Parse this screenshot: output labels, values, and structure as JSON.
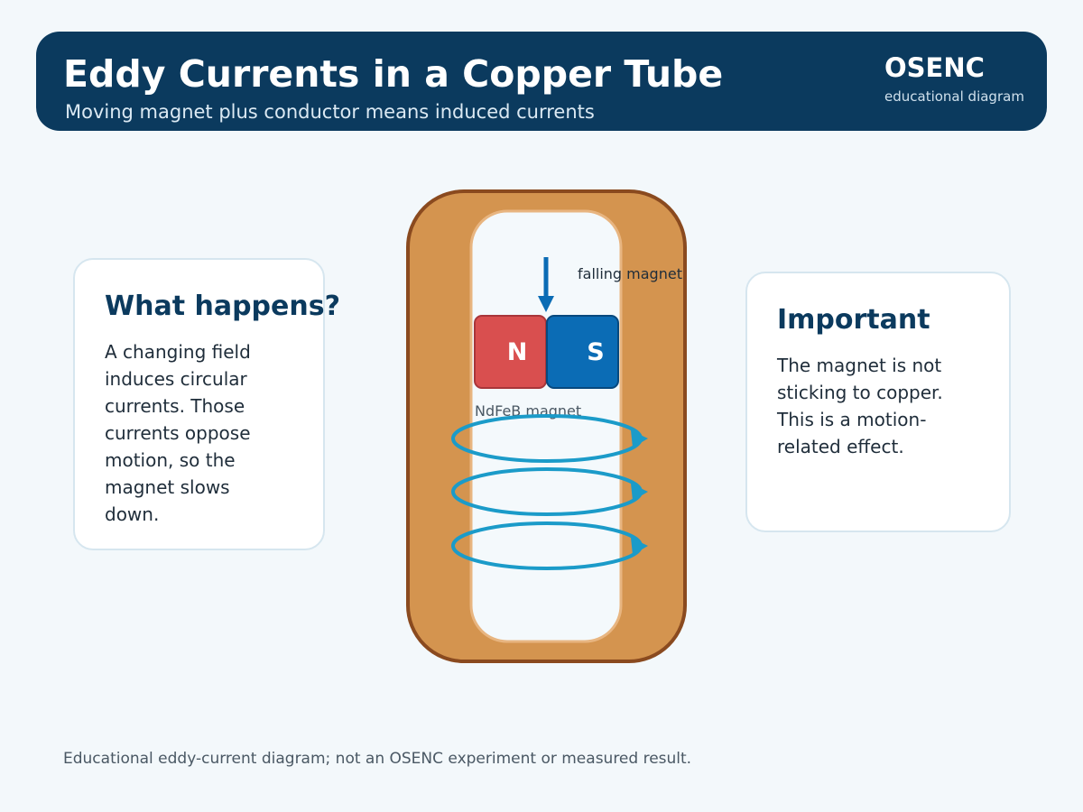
{
  "header": {
    "title": "Eddy Currents in a Copper Tube",
    "subtitle": "Moving magnet plus conductor means induced currents",
    "brand": "OSENC",
    "brand_subtitle": "educational diagram"
  },
  "left_card": {
    "title": "What happens?",
    "body": "A changing field induces circular currents. Those currents oppose motion, so the magnet slows down."
  },
  "right_card": {
    "title": "Important",
    "body": "The magnet is not sticking to copper. This is a motion-related effect."
  },
  "diagram": {
    "arrow_label": "falling magnet",
    "north_label": "N",
    "south_label": "S",
    "magnet_label": "NdFeB magnet"
  },
  "colors": {
    "header_bg": "#0b3a5e",
    "copper": "#d4944f",
    "copper_edge": "#8a4a1f",
    "north": "#d94f4f",
    "south": "#0b6cb5",
    "eddy_current": "#1b9bc9"
  },
  "footnote": "Educational eddy-current diagram; not an OSENC experiment or measured result."
}
